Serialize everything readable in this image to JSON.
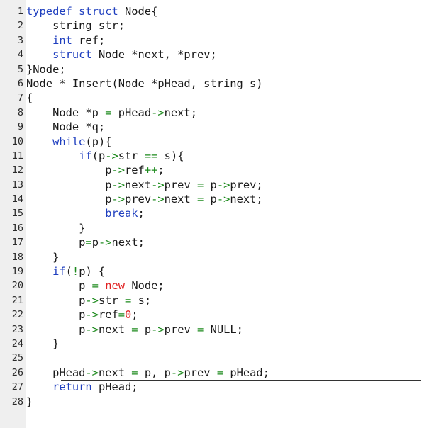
{
  "editor": {
    "lines": [
      {
        "n": "1",
        "tokens": [
          {
            "t": "typedef struct",
            "c": "kw"
          },
          {
            "t": " Node{",
            "c": ""
          }
        ]
      },
      {
        "n": "2",
        "tokens": [
          {
            "t": "    string str;",
            "c": ""
          }
        ]
      },
      {
        "n": "3",
        "tokens": [
          {
            "t": "    ",
            "c": ""
          },
          {
            "t": "int",
            "c": "kw"
          },
          {
            "t": " ref;",
            "c": ""
          }
        ]
      },
      {
        "n": "4",
        "tokens": [
          {
            "t": "    ",
            "c": ""
          },
          {
            "t": "struct",
            "c": "kw"
          },
          {
            "t": " Node *next, *prev;",
            "c": ""
          }
        ]
      },
      {
        "n": "5",
        "tokens": [
          {
            "t": "}Node;",
            "c": ""
          }
        ]
      },
      {
        "n": "6",
        "tokens": [
          {
            "t": "Node * Insert(Node *pHead, string s)",
            "c": ""
          }
        ]
      },
      {
        "n": "7",
        "tokens": [
          {
            "t": "{",
            "c": ""
          }
        ]
      },
      {
        "n": "8",
        "tokens": [
          {
            "t": "    Node *p ",
            "c": ""
          },
          {
            "t": "=",
            "c": "op"
          },
          {
            "t": " pHead",
            "c": ""
          },
          {
            "t": "->",
            "c": "op"
          },
          {
            "t": "next;",
            "c": ""
          }
        ]
      },
      {
        "n": "9",
        "tokens": [
          {
            "t": "    Node *q;",
            "c": ""
          }
        ]
      },
      {
        "n": "10",
        "tokens": [
          {
            "t": "    ",
            "c": ""
          },
          {
            "t": "while",
            "c": "kw"
          },
          {
            "t": "(p){",
            "c": ""
          }
        ]
      },
      {
        "n": "11",
        "tokens": [
          {
            "t": "        ",
            "c": ""
          },
          {
            "t": "if",
            "c": "kw"
          },
          {
            "t": "(p",
            "c": ""
          },
          {
            "t": "->",
            "c": "op"
          },
          {
            "t": "str ",
            "c": ""
          },
          {
            "t": "==",
            "c": "op"
          },
          {
            "t": " s){",
            "c": ""
          }
        ]
      },
      {
        "n": "12",
        "tokens": [
          {
            "t": "            p",
            "c": ""
          },
          {
            "t": "->",
            "c": "op"
          },
          {
            "t": "ref",
            "c": ""
          },
          {
            "t": "++",
            "c": "op"
          },
          {
            "t": ";",
            "c": ""
          }
        ]
      },
      {
        "n": "13",
        "tokens": [
          {
            "t": "            p",
            "c": ""
          },
          {
            "t": "->",
            "c": "op"
          },
          {
            "t": "next",
            "c": ""
          },
          {
            "t": "->",
            "c": "op"
          },
          {
            "t": "prev ",
            "c": ""
          },
          {
            "t": "=",
            "c": "op"
          },
          {
            "t": " p",
            "c": ""
          },
          {
            "t": "->",
            "c": "op"
          },
          {
            "t": "prev;",
            "c": ""
          }
        ]
      },
      {
        "n": "14",
        "tokens": [
          {
            "t": "            p",
            "c": ""
          },
          {
            "t": "->",
            "c": "op"
          },
          {
            "t": "prev",
            "c": ""
          },
          {
            "t": "->",
            "c": "op"
          },
          {
            "t": "next ",
            "c": ""
          },
          {
            "t": "=",
            "c": "op"
          },
          {
            "t": " p",
            "c": ""
          },
          {
            "t": "->",
            "c": "op"
          },
          {
            "t": "next;",
            "c": ""
          }
        ]
      },
      {
        "n": "15",
        "tokens": [
          {
            "t": "            ",
            "c": ""
          },
          {
            "t": "break",
            "c": "kw"
          },
          {
            "t": ";",
            "c": ""
          }
        ]
      },
      {
        "n": "16",
        "tokens": [
          {
            "t": "        }",
            "c": ""
          }
        ]
      },
      {
        "n": "17",
        "tokens": [
          {
            "t": "        p",
            "c": ""
          },
          {
            "t": "=",
            "c": "op"
          },
          {
            "t": "p",
            "c": ""
          },
          {
            "t": "->",
            "c": "op"
          },
          {
            "t": "next;",
            "c": ""
          }
        ]
      },
      {
        "n": "18",
        "tokens": [
          {
            "t": "    }",
            "c": ""
          }
        ]
      },
      {
        "n": "19",
        "tokens": [
          {
            "t": "    ",
            "c": ""
          },
          {
            "t": "if",
            "c": "kw"
          },
          {
            "t": "(",
            "c": ""
          },
          {
            "t": "!",
            "c": "op"
          },
          {
            "t": "p) {",
            "c": ""
          }
        ]
      },
      {
        "n": "20",
        "tokens": [
          {
            "t": "        p ",
            "c": ""
          },
          {
            "t": "=",
            "c": "op"
          },
          {
            "t": " ",
            "c": ""
          },
          {
            "t": "new",
            "c": "nw"
          },
          {
            "t": " Node;",
            "c": ""
          }
        ]
      },
      {
        "n": "21",
        "tokens": [
          {
            "t": "        p",
            "c": ""
          },
          {
            "t": "->",
            "c": "op"
          },
          {
            "t": "str ",
            "c": ""
          },
          {
            "t": "=",
            "c": "op"
          },
          {
            "t": " s;",
            "c": ""
          }
        ]
      },
      {
        "n": "22",
        "tokens": [
          {
            "t": "        p",
            "c": ""
          },
          {
            "t": "->",
            "c": "op"
          },
          {
            "t": "ref",
            "c": ""
          },
          {
            "t": "=",
            "c": "op"
          },
          {
            "t": "0",
            "c": "num"
          },
          {
            "t": ";",
            "c": ""
          }
        ]
      },
      {
        "n": "23",
        "tokens": [
          {
            "t": "        p",
            "c": ""
          },
          {
            "t": "->",
            "c": "op"
          },
          {
            "t": "next ",
            "c": ""
          },
          {
            "t": "=",
            "c": "op"
          },
          {
            "t": " p",
            "c": ""
          },
          {
            "t": "->",
            "c": "op"
          },
          {
            "t": "prev ",
            "c": ""
          },
          {
            "t": "=",
            "c": "op"
          },
          {
            "t": " NULL;",
            "c": ""
          }
        ]
      },
      {
        "n": "24",
        "tokens": [
          {
            "t": "    }",
            "c": ""
          }
        ]
      },
      {
        "n": "25",
        "tokens": []
      },
      {
        "n": "26",
        "tokens": [
          {
            "t": "    pHead",
            "c": ""
          },
          {
            "t": "->",
            "c": "op"
          },
          {
            "t": "next ",
            "c": ""
          },
          {
            "t": "=",
            "c": "op"
          },
          {
            "t": " p, p",
            "c": ""
          },
          {
            "t": "->",
            "c": "op"
          },
          {
            "t": "prev ",
            "c": ""
          },
          {
            "t": "=",
            "c": "op"
          },
          {
            "t": " pHead;",
            "c": ""
          }
        ]
      },
      {
        "n": "27",
        "tokens": [
          {
            "t": "    ",
            "c": ""
          },
          {
            "t": "return",
            "c": "kw"
          },
          {
            "t": " pHead;",
            "c": ""
          }
        ]
      },
      {
        "n": "28",
        "tokens": [
          {
            "t": "}",
            "c": ""
          }
        ]
      }
    ]
  },
  "colors": {
    "keyword": "#1f3fbf",
    "operator": "#1c8a1c",
    "literal": "#e02020",
    "text": "#1a1a1a",
    "gutter": "#efefef"
  }
}
